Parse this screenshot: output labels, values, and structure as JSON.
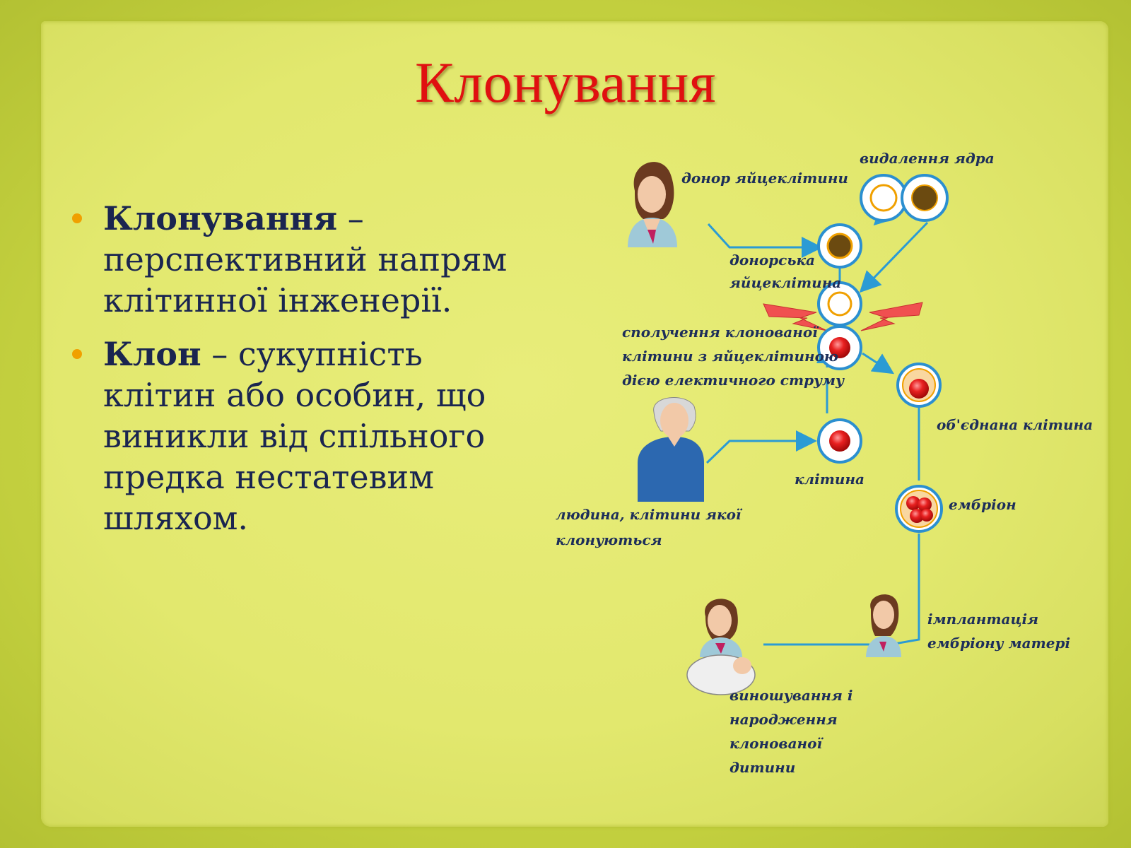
{
  "title": "Клонування",
  "bullets": [
    {
      "term": "Клонування",
      "rest": " – перспективний напрям клітинної інженерії."
    },
    {
      "term": "Клон",
      "rest": " – сукупність клітин або особин, що виникли від спільного предка нестатевим шляхом."
    }
  ],
  "diagram": {
    "labels": {
      "egg_donor": "донор яйцеклітини",
      "nucleus_removal": "видалення ядра",
      "donor_egg_line1": "донорська",
      "donor_egg_line2": "яйцеклітина",
      "fusion_line1": "сполучення клонованої",
      "fusion_line2": "клітини з яйцеклітиною",
      "fusion_line3": "дією електичного струму",
      "combined_cell": "об'єднана клітина",
      "cell": "клітина",
      "person_line1": "людина, клітини якої",
      "person_line2": "клонуються",
      "embryo": "ембріон",
      "implant_line1": "імплантація",
      "implant_line2": "ембріону матері",
      "birth_line1": "виношування і",
      "birth_line2": "народження",
      "birth_line3": "клонованої",
      "birth_line4": "дитини"
    },
    "colors": {
      "arrow": "#2b9bd4",
      "cell_ring": "#2b8fd0",
      "nucleus": "#6b4a10",
      "red_nucleus": "#e21818",
      "flash": "#f05050"
    }
  }
}
